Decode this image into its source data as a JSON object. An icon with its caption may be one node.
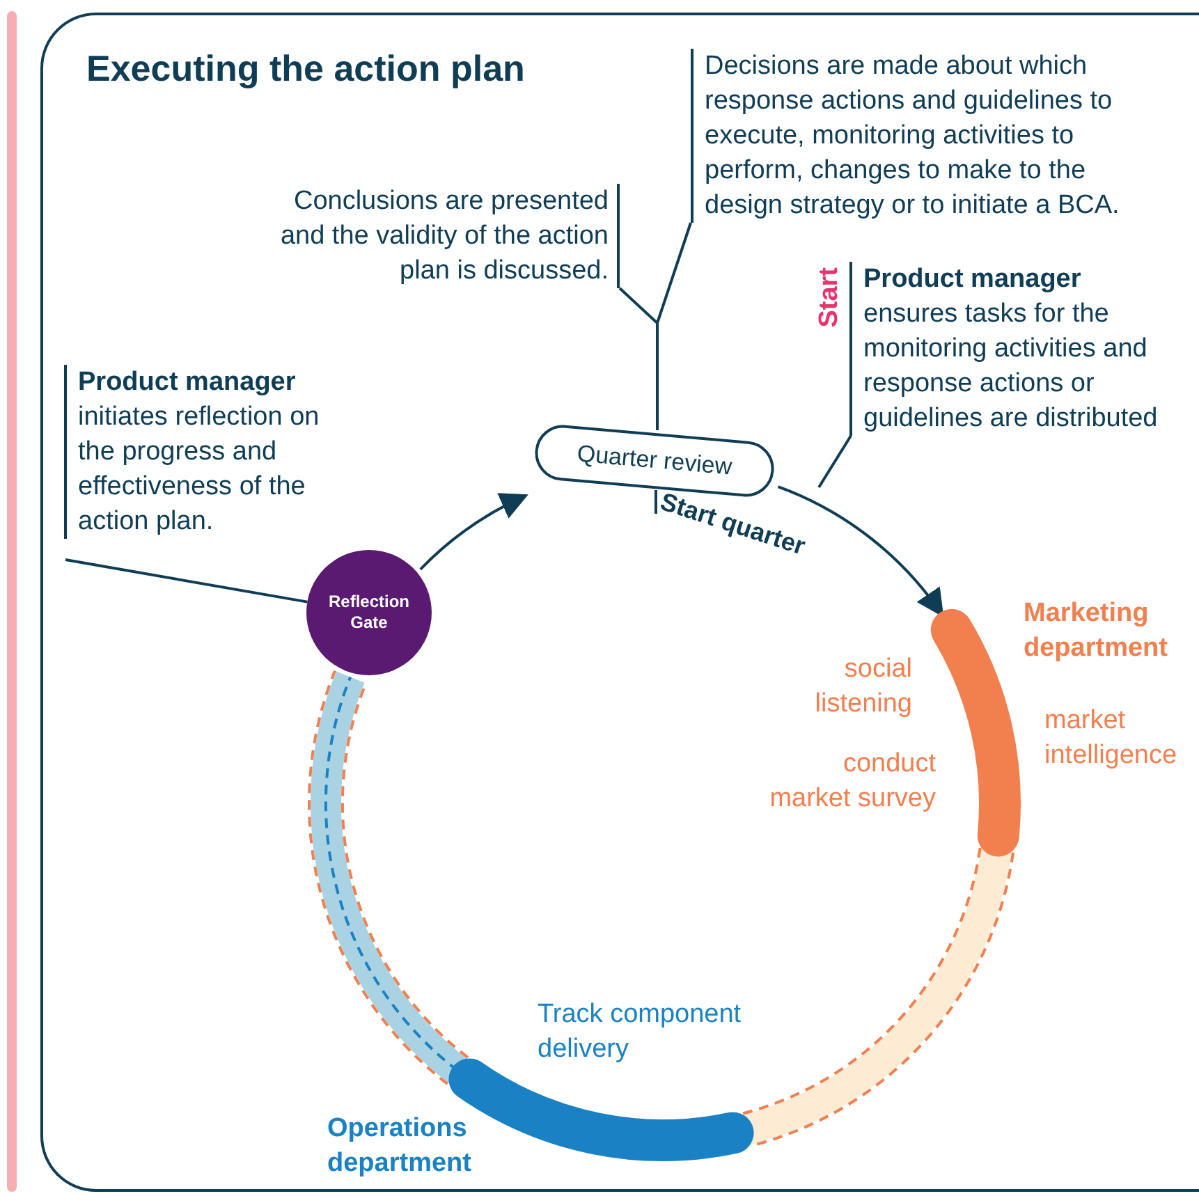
{
  "diagram": {
    "title": "Executing the action plan",
    "nodes": [
      {
        "text": [
          "Quarter review"
        ]
      },
      {
        "text": [
          "Reflection Gate"
        ]
      },
      {
        "text": [
          "Conclusions are presented and the validity of the action plan is discussed."
        ]
      },
      {
        "text": [
          "Decisions are made about which response actions and guidelines to execute, monitoring activities to perform, changes to make to the design strategy or to initiate a BCA."
        ]
      },
      {
        "text": [
          "Product manager",
          "ensures tasks for the monitoring activities and response actions or guidelines are distributed"
        ]
      },
      {
        "text": [
          "Product manager",
          "initiates reflection on the progress and effectiveness of the action plan."
        ]
      },
      {
        "text": [
          "Marketing department"
        ],
        "beside": [
          "social listening",
          "conduct market survey"
        ]
      },
      {
        "text": [
          "Operations department"
        ],
        "beside": [
          "Track component delivery"
        ]
      }
    ],
    "edges": [
      {
        "from": 1,
        "to": 0,
        "arrow": "to"
      },
      {
        "from": 0,
        "to": 6,
        "arrow": "to"
      },
      {
        "from": 6,
        "to": 7,
        "arrow": "none",
        "style": "dashed",
        "color": "#f27f4e"
      },
      {
        "from": 7,
        "to": 1,
        "arrow": "none",
        "style": "dashed",
        "color": "#f27f4e"
      },
      {
        "from": 2,
        "to": 0,
        "arrow": "none"
      },
      {
        "from": 3,
        "to": 0,
        "arrow": "none"
      },
      {
        "from": 4,
        "to": null,
        "arrow": "none"
      },
      {
        "from": 5,
        "to": 1,
        "arrow": "none"
      }
    ],
    "labels": [
      "Start",
      "Start quarter",
      "market intelligence"
    ]
  }
}
